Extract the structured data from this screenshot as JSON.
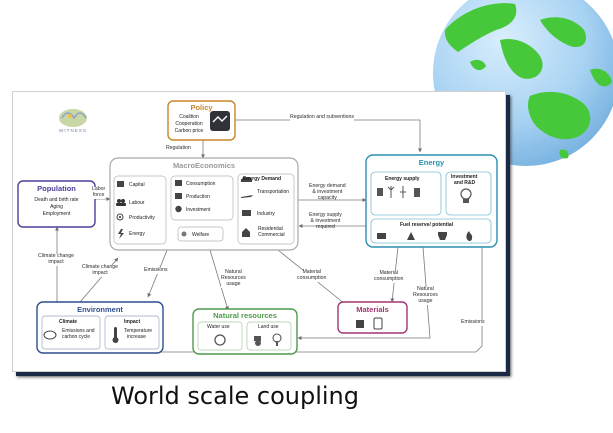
{
  "caption": "World scale coupling",
  "logo_text": "WITNESS",
  "colors": {
    "policy": "#c8862a",
    "population": "#4a3f9a",
    "energy": "#2b8fb0",
    "environment": "#2d4f8f",
    "natural_resources": "#4f9a4a",
    "materials": "#a03670",
    "macro": "#9a9a9a",
    "arrow": "#777777"
  },
  "policy": {
    "title": "Policy",
    "lines": [
      "Coalition",
      "Cooperation",
      "Carbon price"
    ]
  },
  "population": {
    "title": "Population",
    "lines": [
      "Death and birth rate",
      "Aging",
      "Employment"
    ]
  },
  "macro": {
    "title": "MacroEconomics",
    "factors": [
      "Capital",
      "Labour",
      "Productivity",
      "Energy"
    ],
    "flows": [
      "Consumption",
      "Production",
      "Investment"
    ],
    "welfare": "Welfare",
    "demand_title": "Energy Demand",
    "demand": [
      "Transportation",
      "Industry",
      "Residential",
      "Commercial"
    ]
  },
  "energy": {
    "title": "Energy",
    "supply": "Energy supply",
    "rnd_line1": "Investment",
    "rnd_line2": "and R&D",
    "fuel": "Fuel reserve/ potential"
  },
  "environment": {
    "title": "Environment",
    "climate_title": "Climate",
    "climate_lines": [
      "Emissions and",
      "carbon cycle"
    ],
    "impact_title": "Impact",
    "impact_lines": [
      "Temperature",
      "increase"
    ]
  },
  "natural_resources": {
    "title": "Natural resources",
    "water": "Water use",
    "land": "Land use"
  },
  "materials": {
    "title": "Materials"
  },
  "links": {
    "regulation_subventions": "Regulation and subventions",
    "regulation": "Regulation",
    "labor_force": [
      "Labor",
      "force"
    ],
    "energy_demand": [
      "Energy demand",
      "& investment",
      "capacity"
    ],
    "energy_supply": [
      "Energy supply",
      "& investment",
      "required"
    ],
    "climate_change_impact_left": [
      "Climate change",
      "impact"
    ],
    "climate_change_impact_mid": [
      "Climate change",
      "impact"
    ],
    "emissions_mid": "Emissions",
    "nat_res_usage_mid": [
      "Natural",
      "Resources",
      "usage"
    ],
    "material_consumption_mid": [
      "Material",
      "consumption"
    ],
    "material_consumption_right": [
      "Material",
      "consumption"
    ],
    "nat_res_usage_right": [
      "Natural",
      "Resources",
      "usage"
    ],
    "emissions_right": "Emissions"
  }
}
